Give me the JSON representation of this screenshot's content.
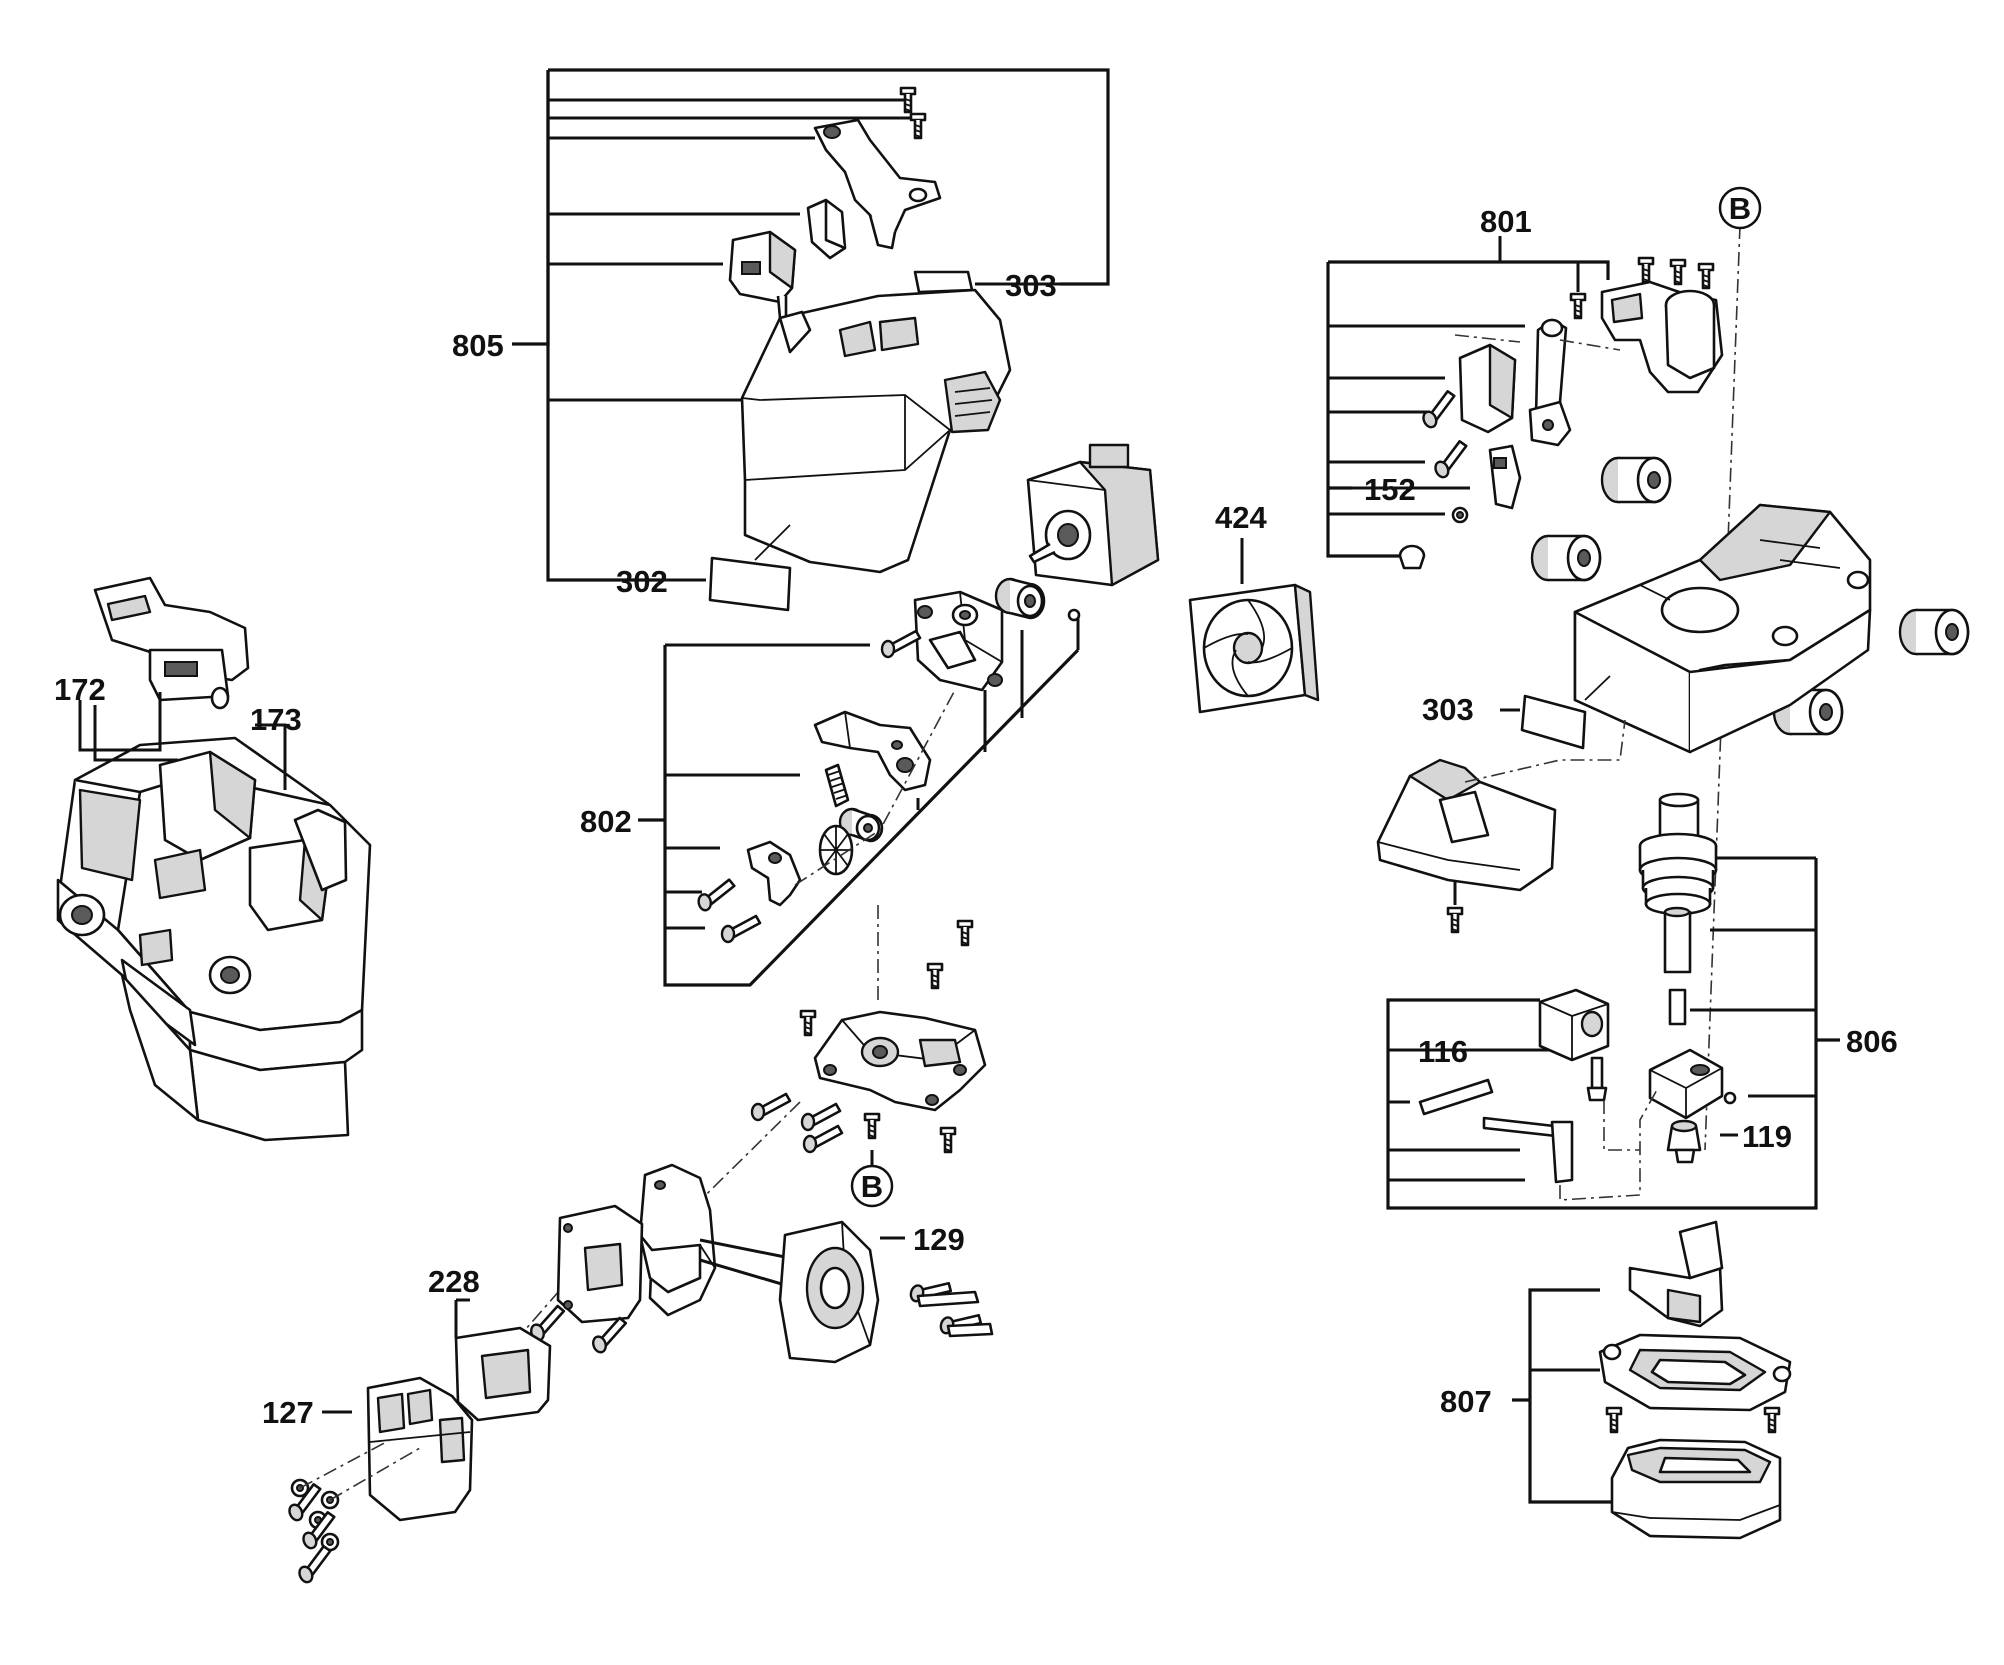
{
  "labels": {
    "p805": "805",
    "p303a": "303",
    "p302": "302",
    "p424": "424",
    "p802": "802",
    "p172": "172",
    "p173": "173",
    "p801": "801",
    "p152": "152",
    "p303b": "303",
    "p806": "806",
    "p116": "116",
    "p119": "119",
    "p807": "807",
    "p129": "129",
    "p228": "228",
    "p127": "127",
    "refB1": "B",
    "refB2": "B"
  }
}
